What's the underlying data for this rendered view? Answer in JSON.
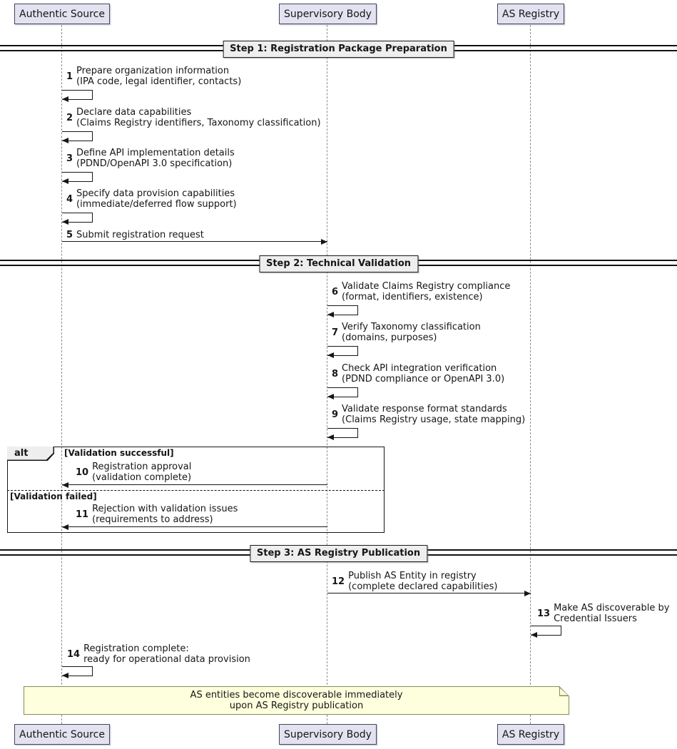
{
  "participants": [
    {
      "name": "Authentic Source"
    },
    {
      "name": "Supervisory Body"
    },
    {
      "name": "AS Registry"
    }
  ],
  "dividers": [
    {
      "label": "Step 1: Registration Package Preparation"
    },
    {
      "label": "Step 2: Technical Validation"
    },
    {
      "label": "Step 3: AS Registry Publication"
    }
  ],
  "messages": [
    {
      "num": "1",
      "line1": "Prepare organization information",
      "line2": "(IPA code, legal identifier, contacts)"
    },
    {
      "num": "2",
      "line1": "Declare data capabilities",
      "line2": "(Claims Registry identifiers, Taxonomy classification)"
    },
    {
      "num": "3",
      "line1": "Define API implementation details",
      "line2": "(PDND/OpenAPI 3.0 specification)"
    },
    {
      "num": "4",
      "line1": "Specify data provision capabilities",
      "line2": "(immediate/deferred flow support)"
    },
    {
      "num": "5",
      "line1": "Submit registration request",
      "line2": ""
    },
    {
      "num": "6",
      "line1": "Validate Claims Registry compliance",
      "line2": "(format, identifiers, existence)"
    },
    {
      "num": "7",
      "line1": "Verify Taxonomy classification",
      "line2": "(domains, purposes)"
    },
    {
      "num": "8",
      "line1": "Check API integration verification",
      "line2": "(PDND compliance or OpenAPI 3.0)"
    },
    {
      "num": "9",
      "line1": "Validate response format standards",
      "line2": "(Claims Registry usage, state mapping)"
    },
    {
      "num": "10",
      "line1": "Registration approval",
      "line2": "(validation complete)"
    },
    {
      "num": "11",
      "line1": "Rejection with validation issues",
      "line2": "(requirements to address)"
    },
    {
      "num": "12",
      "line1": "Publish AS Entity in registry",
      "line2": "(complete declared capabilities)"
    },
    {
      "num": "13",
      "line1": "Make AS discoverable by",
      "line2": "Credential Issuers"
    },
    {
      "num": "14",
      "line1": "Registration complete:",
      "line2": "ready for operational data provision"
    }
  ],
  "alt": {
    "label": "alt",
    "guard_success": "[Validation successful]",
    "guard_failed": "[Validation failed]"
  },
  "note": {
    "line1": "AS entities become discoverable immediately",
    "line2": "upon AS Registry publication"
  },
  "colors": {
    "participant_fill": "#E2E2F0",
    "divider_fill": "#EEEEEE",
    "note_fill": "#FEFFDD",
    "line": "#161616"
  }
}
